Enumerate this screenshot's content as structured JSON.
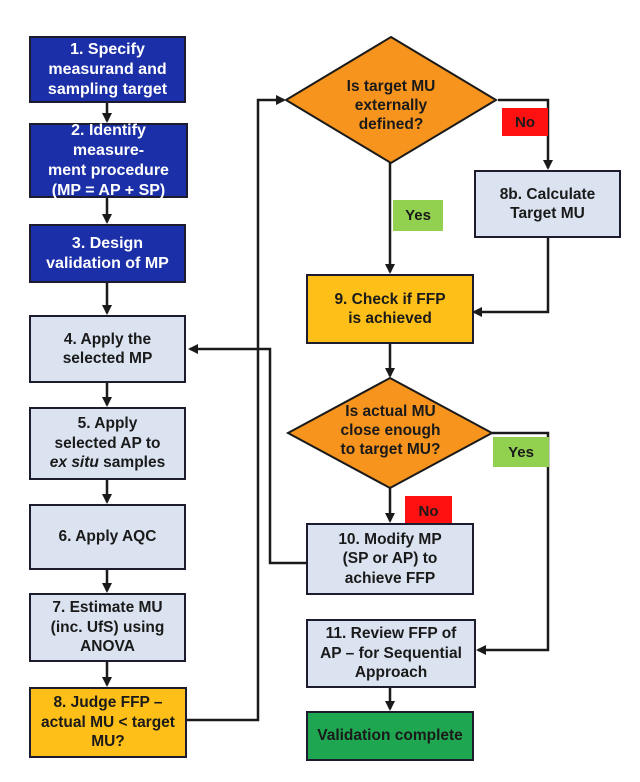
{
  "nodes": {
    "step1": "1. Specify\nmeasurand and\nsampling target",
    "step2": "2. Identify measure-\nment procedure\n(MP = AP + SP)",
    "step3": "3. Design\nvalidation of MP",
    "step4": "4. Apply the\nselected MP",
    "step5_line1": "5. Apply",
    "step5_line2": "selected AP to",
    "step5_line3_italic": "ex situ",
    "step5_line3_rest": " samples",
    "step6": "6. Apply AQC",
    "step7": "7. Estimate MU\n(inc. UfS) using\nANOVA",
    "step8": "8. Judge FFP –\nactual MU < target\nMU?",
    "decision1": "Is target MU\nexternally\ndefined?",
    "step8b": "8b. Calculate\nTarget MU",
    "step9": "9. Check if FFP\nis achieved",
    "decision2": "Is actual MU\nclose enough\nto target MU?",
    "step10": "10. Modify MP\n(SP or AP) to\nachieve FFP",
    "step11": "11. Review FFP of\nAP – for Sequential\nApproach",
    "complete": "Validation complete"
  },
  "labels": {
    "no_1": "No",
    "yes_1": "Yes",
    "no_2": "No",
    "yes_2": "Yes"
  },
  "colors": {
    "dark_blue": "#1b2fa8",
    "light_blue": "#dbe3f1",
    "gold": "#fdbf18",
    "orange": "#f7941d",
    "green": "#1fa651",
    "red": "#ff1111",
    "light_green": "#92d050"
  }
}
